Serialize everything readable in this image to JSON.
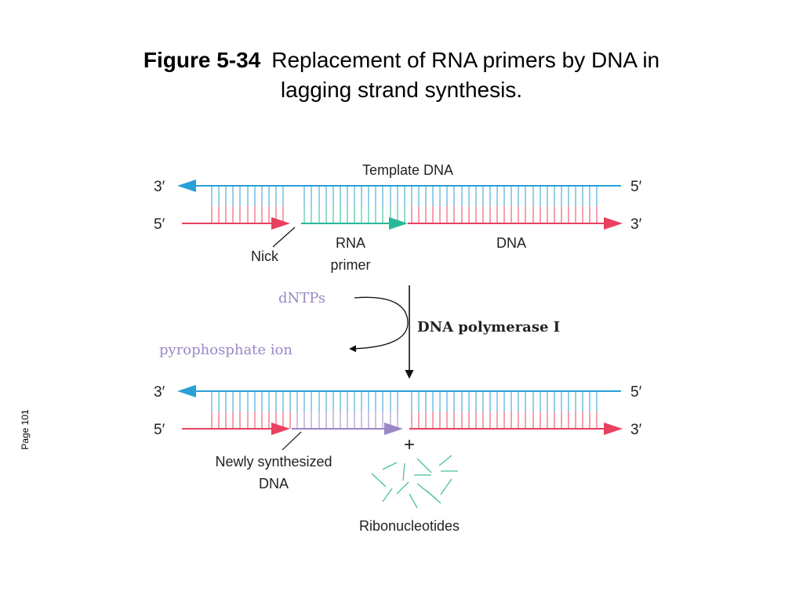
{
  "title": {
    "figure_number": "Figure 5-34",
    "caption_line1": "Replacement of RNA primers by DNA in",
    "caption_line2": "lagging strand synthesis."
  },
  "page_label": "Page 101",
  "colors": {
    "template": "#2a9fd6",
    "dna": "#e8415f",
    "rna": "#2ab89a",
    "new_dna": "#9b87c7",
    "reagent_text": "#9b87c7",
    "ribonucleotides": "#49c19a",
    "text": "#222222"
  },
  "top_panel": {
    "template_label": "Template DNA",
    "top_left_end": "3′",
    "top_right_end": "5′",
    "bottom_left_end": "5′",
    "bottom_right_end": "3′",
    "nick_label": "Nick",
    "rna_label_line1": "RNA",
    "rna_label_line2": "primer",
    "dna_label": "DNA"
  },
  "reaction": {
    "input": "dNTPs",
    "output": "pyrophosphate ion",
    "enzyme": "DNA polymerase I"
  },
  "bottom_panel": {
    "top_left_end": "3′",
    "top_right_end": "5′",
    "bottom_left_end": "5′",
    "bottom_right_end": "3′",
    "plus": "+",
    "new_dna_line1": "Newly synthesized",
    "new_dna_line2": "DNA",
    "ribonucleotides_label": "Ribonucleotides"
  }
}
